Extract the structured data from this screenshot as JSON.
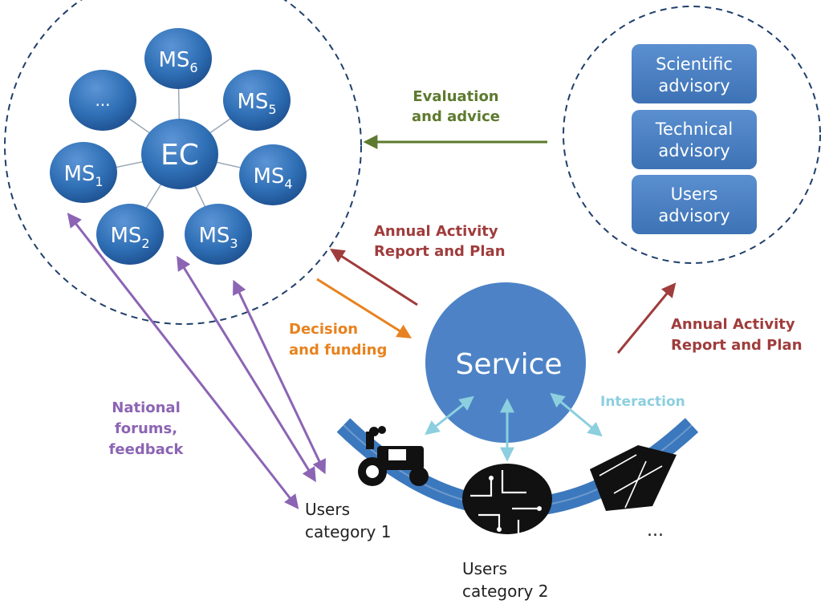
{
  "colors": {
    "node_blue": "#2f6fb5",
    "service_blue": "#4d83c6",
    "eval_green": "#5d7a2e",
    "report_red": "#a03c3c",
    "decision_orange": "#e8821e",
    "forums_purple": "#8c64b4",
    "interaction_cyan": "#8ccfdf",
    "dashed_circle": "#1f3f6b"
  },
  "ec_cluster": {
    "center": "EC",
    "members": [
      {
        "id": "ms1",
        "base": "MS",
        "sub": "1"
      },
      {
        "id": "ms2",
        "base": "MS",
        "sub": "2"
      },
      {
        "id": "ms3",
        "base": "MS",
        "sub": "3"
      },
      {
        "id": "ms4",
        "base": "MS",
        "sub": "4"
      },
      {
        "id": "ms5",
        "base": "MS",
        "sub": "5"
      },
      {
        "id": "ms6",
        "base": "MS",
        "sub": "6"
      },
      {
        "id": "more",
        "base": "...",
        "sub": ""
      }
    ]
  },
  "advisory": {
    "scientific": [
      "Scientific",
      "advisory"
    ],
    "technical": [
      "Technical",
      "advisory"
    ],
    "users": [
      "Users",
      "advisory"
    ]
  },
  "labels": {
    "evaluation": [
      "Evaluation",
      "and advice"
    ],
    "annual_left": [
      "Annual Activity",
      "Report and Plan"
    ],
    "annual_right": [
      "Annual Activity",
      "Report and Plan"
    ],
    "decision": [
      "Decision",
      "and funding"
    ],
    "interaction": "Interaction",
    "national": [
      "National",
      "forums,",
      "feedback"
    ],
    "service": "Service",
    "users_cat1": [
      "Users",
      "category 1"
    ],
    "users_cat2": [
      "Users",
      "category 2"
    ],
    "users_more": "..."
  }
}
